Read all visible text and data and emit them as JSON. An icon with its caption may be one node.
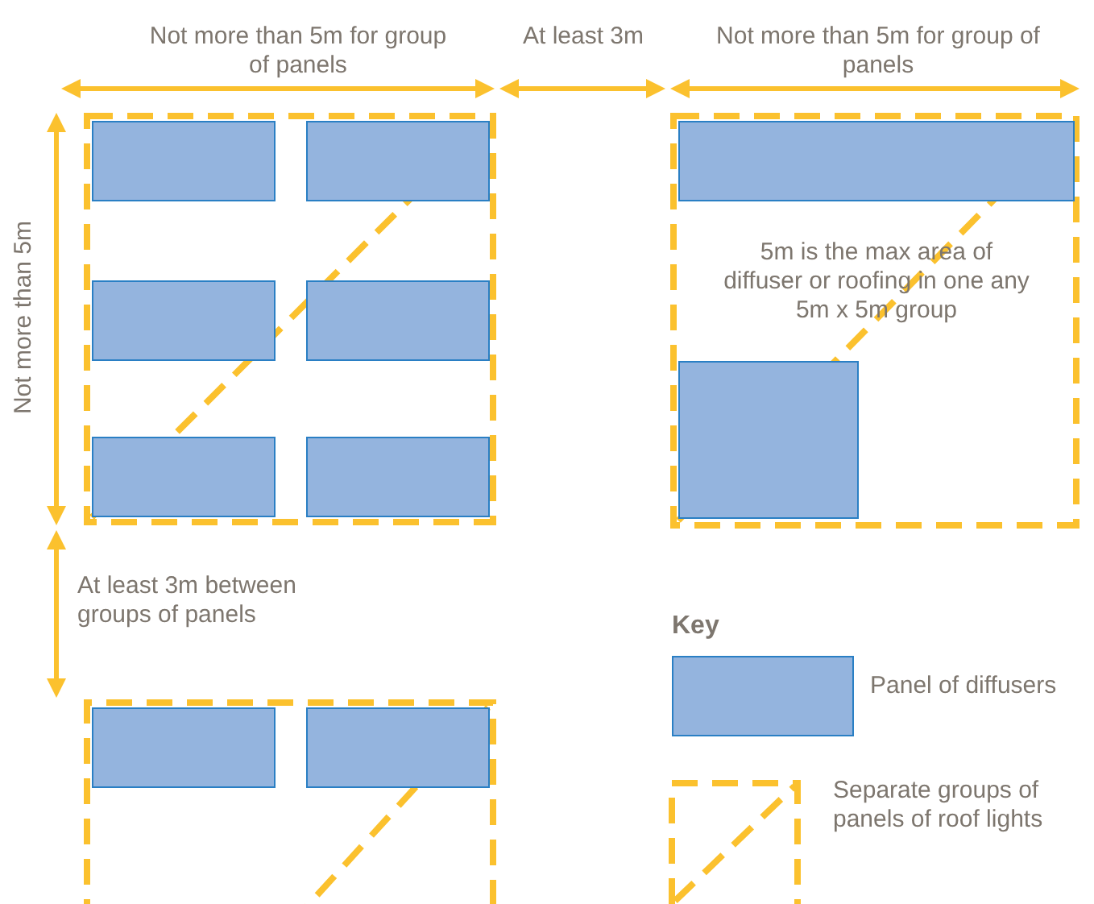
{
  "diagram": {
    "nodes": [
      {
        "text": [],
        "shape": "box"
      },
      {
        "text": [],
        "shape": "box",
        "in": 0
      },
      {
        "text": [],
        "shape": "box",
        "in": 0
      },
      {
        "text": [],
        "shape": "box",
        "in": 0
      },
      {
        "text": [],
        "shape": "box",
        "in": 0
      },
      {
        "text": [],
        "shape": "box",
        "in": 0
      },
      {
        "text": [],
        "shape": "box",
        "in": 0
      },
      {
        "text": [
          "5m is the max area of diffuser or roofing in one any 5m x 5m group"
        ]
      },
      {
        "text": [],
        "shape": "box",
        "in": 7
      },
      {
        "text": [],
        "shape": "box",
        "in": 7
      },
      {
        "text": [],
        "shape": "box"
      },
      {
        "text": [],
        "shape": "box",
        "in": 10
      },
      {
        "text": [],
        "shape": "box",
        "in": 10
      }
    ],
    "edges": [],
    "labels": [
      "Not more than 5m for group of panels",
      "At least 3m",
      "Not more than 5m for group of panels",
      "Not more than 5m",
      "At least 3m between groups of panels",
      "Key"
    ],
    "legend": [
      {
        "text": "Panel of diffusers",
        "color": "#94b4de"
      },
      {
        "text": "Separate groups of panels of roof lights"
      }
    ]
  }
}
